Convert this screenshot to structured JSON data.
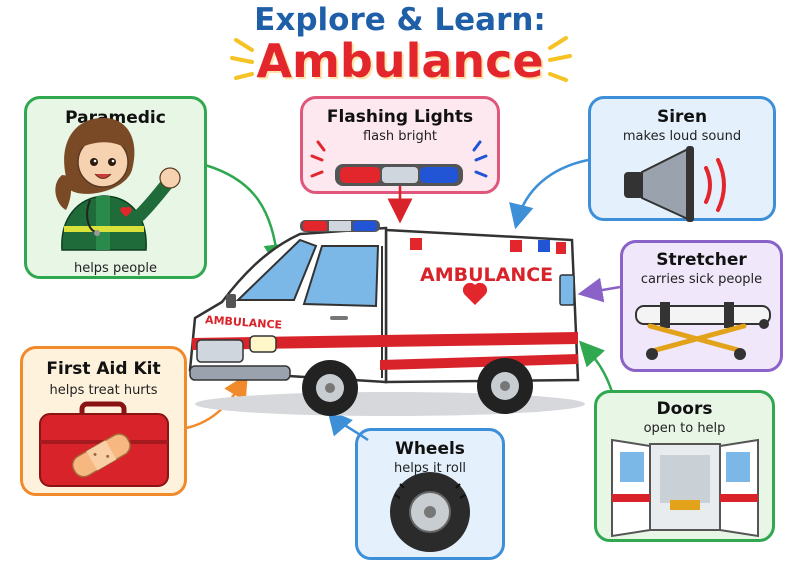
{
  "header": {
    "line1": "Explore & Learn:",
    "line2": "Ambulance"
  },
  "vehicle": {
    "side_label": "AMBULANCE",
    "hood_label": "AMBULANCE"
  },
  "cards": {
    "paramedic": {
      "title": "Paramedic",
      "caption": "helps people"
    },
    "lights": {
      "title": "Flashing Lights",
      "caption": "flash bright"
    },
    "siren": {
      "title": "Siren",
      "caption": "makes loud sound"
    },
    "stretcher": {
      "title": "Stretcher",
      "caption": "carries sick people"
    },
    "first_aid": {
      "title": "First Aid Kit",
      "caption": "helps treat hurts"
    },
    "wheels": {
      "title": "Wheels",
      "caption": "helps it roll"
    },
    "doors": {
      "title": "Doors",
      "caption": "open to help"
    }
  },
  "colors": {
    "title_blue": "#1f5fa8",
    "title_red": "#e2262b",
    "green": "#2fa84f",
    "pink": "#e0577b",
    "blue": "#3d8fd8",
    "purple": "#8a62c8",
    "orange": "#f08a2a",
    "ambulance_red": "#d9232a"
  }
}
